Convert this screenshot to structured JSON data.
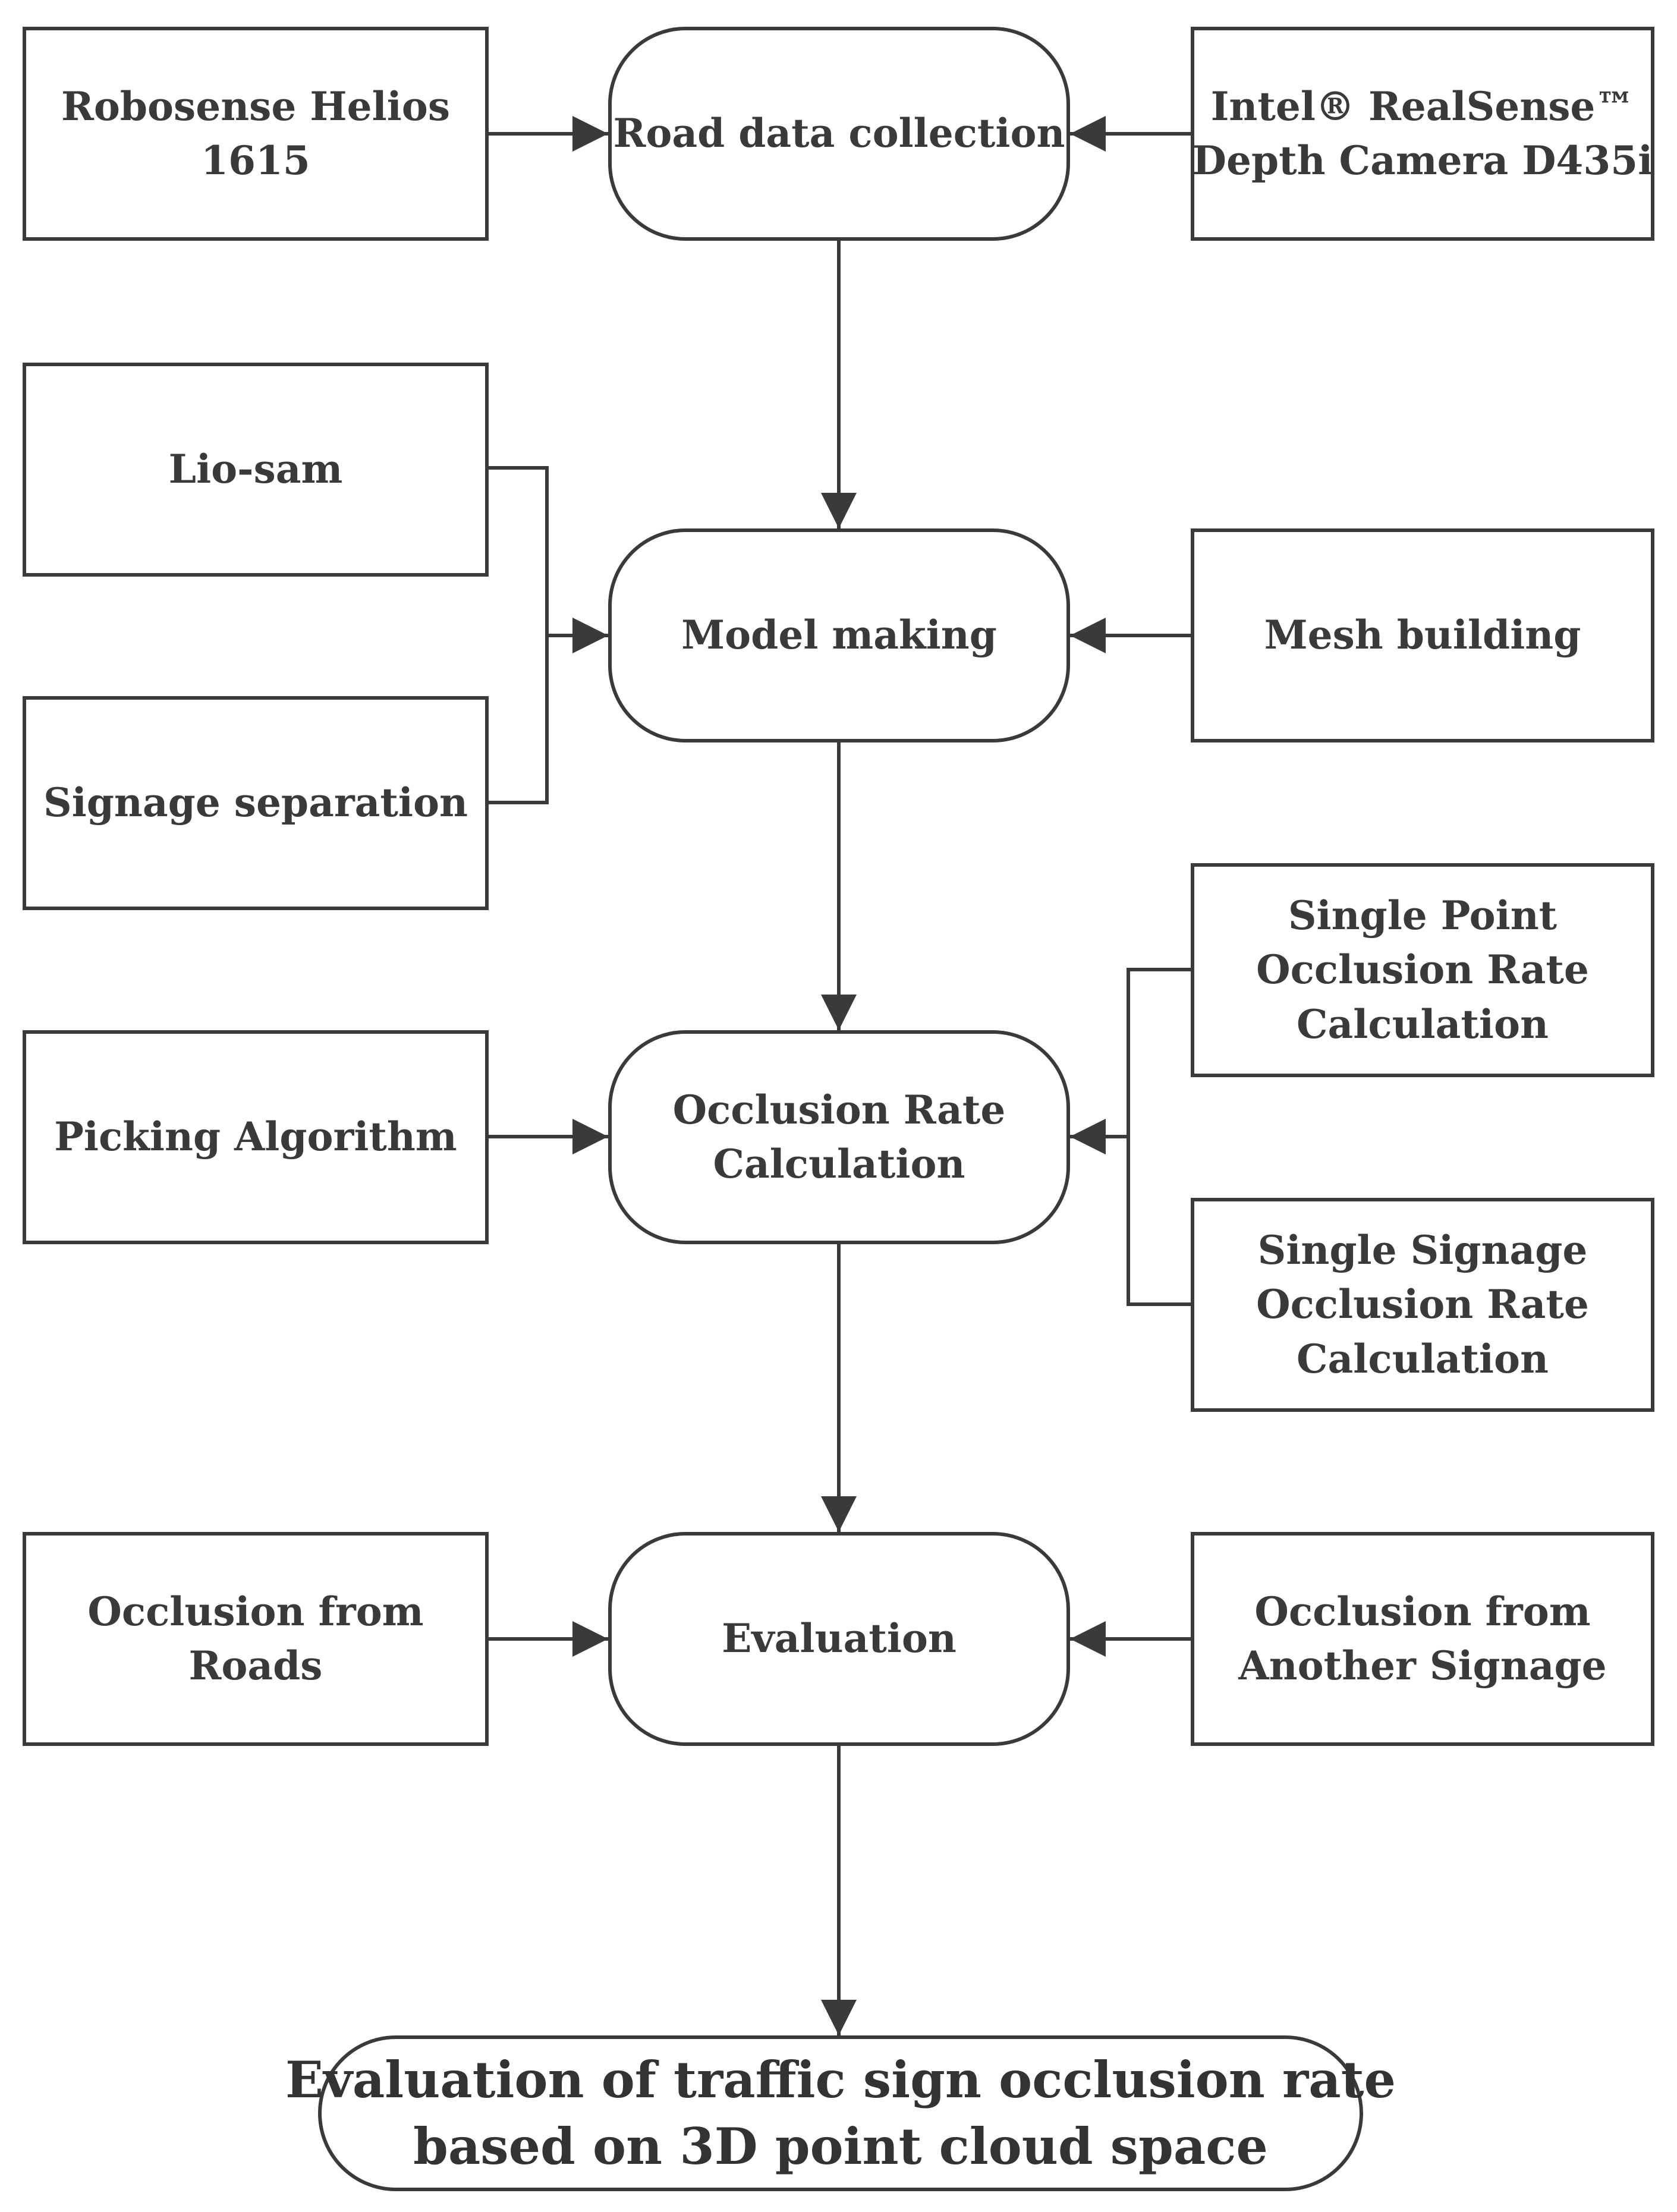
{
  "nodes": {
    "robosense": {
      "lines": [
        "Robosense Helios",
        "1615"
      ]
    },
    "road_data": {
      "lines": [
        "Road data collection"
      ]
    },
    "intel": {
      "lines": [
        "Intel® RealSense™",
        "Depth Camera D435i"
      ]
    },
    "lio_sam": {
      "lines": [
        "Lio-sam"
      ]
    },
    "model_making": {
      "lines": [
        "Model making"
      ]
    },
    "mesh_building": {
      "lines": [
        "Mesh building"
      ]
    },
    "signage_separation": {
      "lines": [
        "Signage separation"
      ]
    },
    "single_point": {
      "lines": [
        "Single Point",
        "Occlusion Rate",
        "Calculation"
      ]
    },
    "picking": {
      "lines": [
        "Picking Algorithm"
      ]
    },
    "occlusion_calc": {
      "lines": [
        "Occlusion Rate",
        "Calculation"
      ]
    },
    "single_signage": {
      "lines": [
        "Single Signage",
        "Occlusion Rate",
        "Calculation"
      ]
    },
    "occ_roads": {
      "lines": [
        "Occlusion from",
        "Roads"
      ]
    },
    "evaluation": {
      "lines": [
        "Evaluation"
      ]
    },
    "occ_signage": {
      "lines": [
        "Occlusion from",
        "Another Signage"
      ]
    },
    "final": {
      "lines": [
        "Evaluation of traffic sign occlusion rate",
        "based on 3D point cloud space"
      ]
    }
  },
  "edges": [
    {
      "from": "robosense",
      "to": "road_data"
    },
    {
      "from": "intel",
      "to": "road_data"
    },
    {
      "from": "road_data",
      "to": "model_making"
    },
    {
      "from": "lio_sam",
      "to": "model_making"
    },
    {
      "from": "signage_separation",
      "to": "model_making"
    },
    {
      "from": "mesh_building",
      "to": "model_making"
    },
    {
      "from": "model_making",
      "to": "occlusion_calc"
    },
    {
      "from": "picking",
      "to": "occlusion_calc"
    },
    {
      "from": "single_point",
      "to": "occlusion_calc"
    },
    {
      "from": "single_signage",
      "to": "occlusion_calc"
    },
    {
      "from": "occlusion_calc",
      "to": "evaluation"
    },
    {
      "from": "occ_roads",
      "to": "evaluation"
    },
    {
      "from": "occ_signage",
      "to": "evaluation"
    },
    {
      "from": "evaluation",
      "to": "final"
    }
  ]
}
